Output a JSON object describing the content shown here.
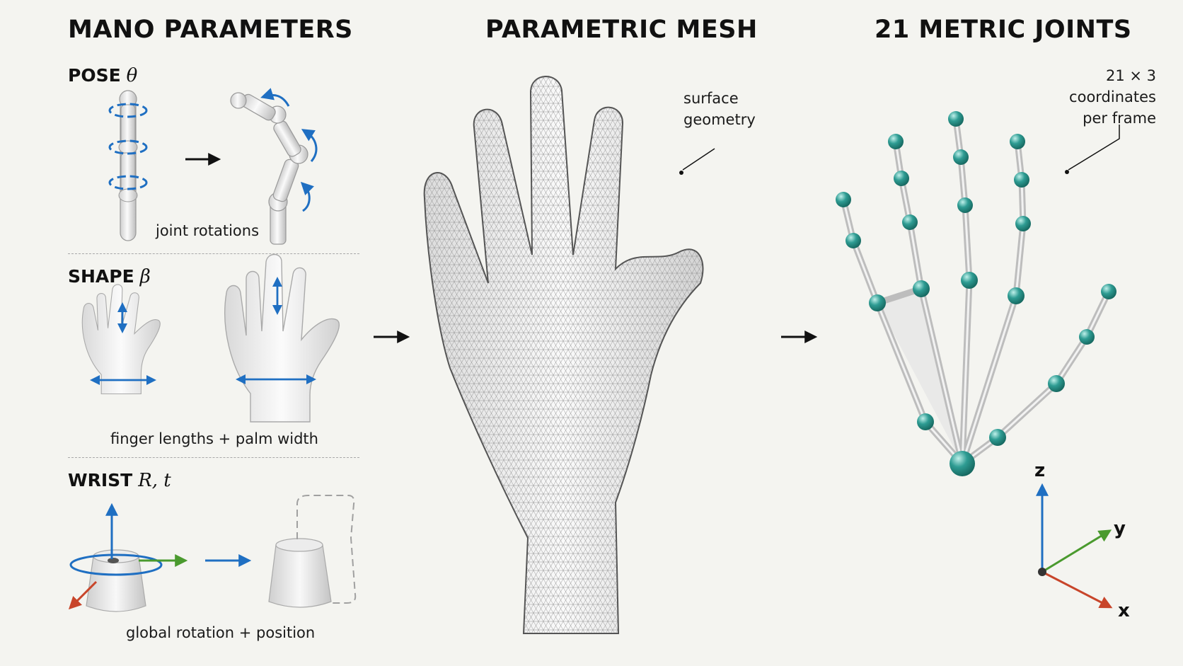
{
  "columns": {
    "left_title": "MANO PARAMETERS",
    "middle_title": "PARAMETRIC MESH",
    "right_title": "21 METRIC JOINTS"
  },
  "pose": {
    "label": "POSE",
    "symbol": "θ",
    "caption": "joint rotations"
  },
  "shape": {
    "label": "SHAPE",
    "symbol": "β",
    "caption": "finger lengths + palm width"
  },
  "wrist": {
    "label": "WRIST",
    "symbol": "R, t",
    "caption": "global rotation + position"
  },
  "mesh": {
    "annotation_line1": "surface",
    "annotation_line2": "geometry"
  },
  "joints": {
    "annotation_line1": "21 × 3 coordinates",
    "annotation_line2": "per frame",
    "axes": {
      "z": "z",
      "y": "y",
      "x": "x"
    }
  },
  "colors": {
    "background": "#f4f4f0",
    "rotation_blue": "#1f6fc2",
    "axis_green": "#4a9a2e",
    "axis_red": "#c8452a",
    "joint_teal": "#2e9c93",
    "mesh_line": "#8a8a8a"
  }
}
